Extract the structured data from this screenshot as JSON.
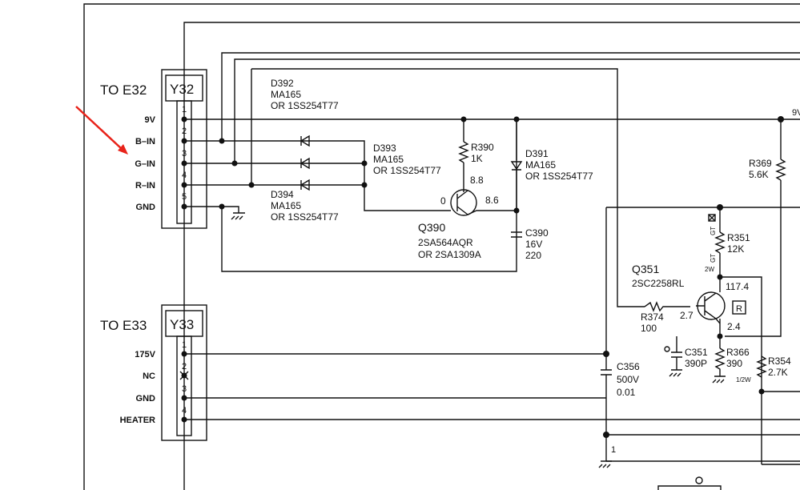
{
  "connectors": {
    "y32": {
      "to_label": "TO E32",
      "name": "Y32",
      "pin_numbers": [
        "1",
        "2",
        "3",
        "4",
        "5"
      ],
      "pin_labels": [
        "9V",
        "B–IN",
        "G–IN",
        "R–IN",
        "GND"
      ]
    },
    "y33": {
      "to_label": "TO E33",
      "name": "Y33",
      "pin_numbers": [
        "1",
        "2",
        "3",
        "4"
      ],
      "pin_labels": [
        "175V",
        "NC",
        "GND",
        "HEATER"
      ]
    }
  },
  "components": {
    "d392": [
      "D392",
      "MA165",
      "OR 1SS254T77"
    ],
    "d393": [
      "D393",
      "MA165",
      "OR 1SS254T77"
    ],
    "d394": [
      "D394",
      "MA165",
      "OR 1SS254T77"
    ],
    "d391": [
      "D391",
      "MA165",
      "OR 1SS254T77"
    ],
    "r390": [
      "R390",
      "1K"
    ],
    "q390": [
      "Q390",
      "2SA564AQR",
      "OR 2SA1309A"
    ],
    "c390": [
      "C390",
      "16V",
      "220"
    ],
    "r369": [
      "R369",
      "5.6K"
    ],
    "r351": [
      "R351",
      "12K"
    ],
    "q351": [
      "Q351",
      "2SC2258RL"
    ],
    "r374": [
      "R374",
      "100"
    ],
    "c351": [
      "C351",
      "390P"
    ],
    "r366": [
      "R366",
      "390"
    ],
    "r354": [
      "R354",
      "2.7K",
      "1/2W"
    ],
    "c356": [
      "C356",
      "500V",
      "0.01"
    ]
  },
  "voltages": {
    "q390_base": "0",
    "q390_emitter": "8.8",
    "q390_collector": "8.6",
    "q351_collector": "117.4",
    "q351_base": "2.7",
    "q351_emitter": "2.4"
  },
  "marks": {
    "net_9v": "9V",
    "gt_top": "GT",
    "gt_bottom": "GT",
    "two_w": "2W",
    "r_box": "R",
    "ground_node": "1"
  },
  "arrow": {
    "color": "#e8231a",
    "target": "G–IN"
  }
}
